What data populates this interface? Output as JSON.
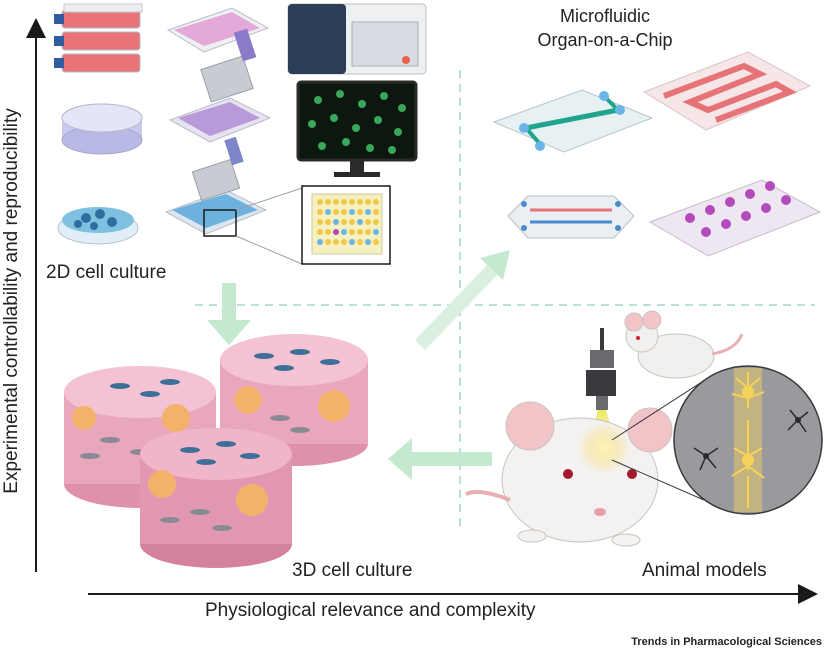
{
  "axes": {
    "y_label": "Experimental controllability and reproducibility",
    "x_label": "Physiological relevance and complexity"
  },
  "models": {
    "cell_2d": "2D cell culture",
    "cell_3d": "3D cell culture",
    "animal": "Animal models",
    "microfluidic_line1": "Microfluidic",
    "microfluidic_line2": "Organ-on-a-Chip"
  },
  "footer": {
    "journal": "Trends in Pharmacological Sciences"
  },
  "colors": {
    "axis": "#1a1a1a",
    "arrow": "#b8e3c4",
    "divider": "#b9dfd8",
    "flask": "#e8747a",
    "plate_well": "#d9a9d8",
    "screen": "#0c1710",
    "scaffold": "#e9a7be",
    "cell_blue": "#3e6f98",
    "spheroid": "#f3b169",
    "chip_teal": "#1fa48d",
    "chip_red": "#e57377",
    "chip_purple": "#b34bbd",
    "neuron_glow": "#f5d35a"
  }
}
